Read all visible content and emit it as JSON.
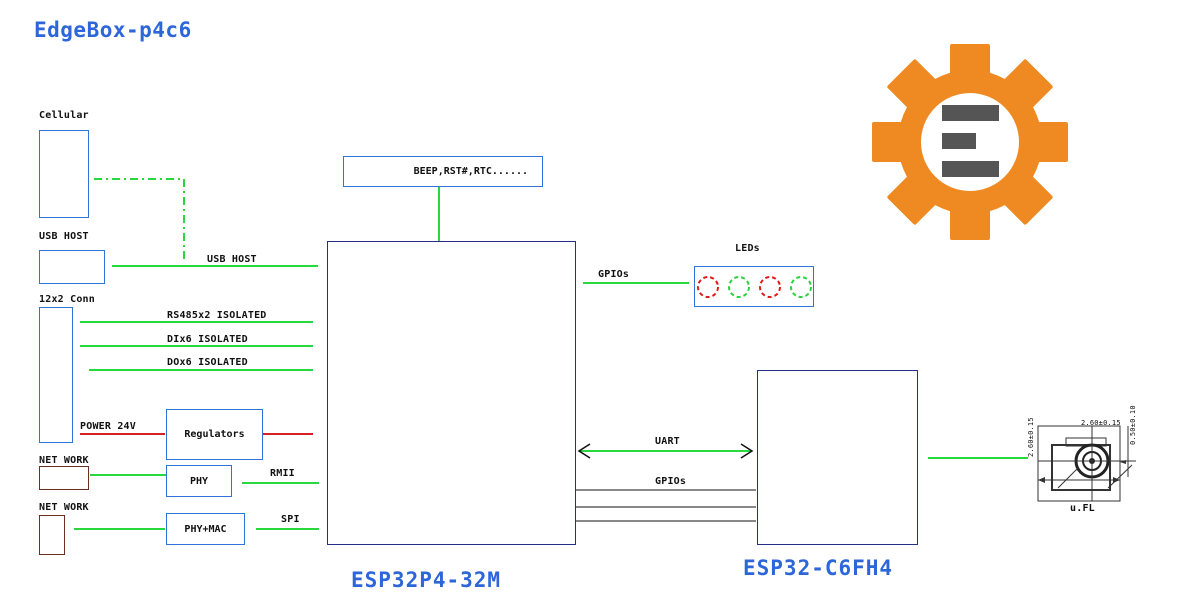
{
  "diagram": {
    "title": "EdgeBox-p4c6",
    "main_chip": "ESP32P4-32M",
    "side_chip": "ESP32-C6FH4",
    "labels": {
      "cellular": "Cellular",
      "usb_host_left": "USB  HOST",
      "usb_host_line": "USB  HOST",
      "conn_12x2": "12x2  Conn",
      "rs485": "RS485x2  ISOLATED",
      "di": "DIx6  ISOLATED",
      "do": "DOx6  ISOLATED",
      "power": "POWER  24V",
      "network_1": "NET  WORK",
      "network_2": "NET  WORK",
      "rmii": "RMII",
      "spi": "SPI",
      "beep": "BEEP,RST#,RTC......",
      "gpios_top": "GPIOs",
      "leds": "LEDs",
      "uart": "UART",
      "gpios_bottom": "GPIOs",
      "ufl": "u.FL",
      "ufl_dim_top": "2.60±0.15",
      "ufl_dim_side": "2.60±0.15",
      "ufl_dim_right": "0.50±0.10"
    },
    "blocks": {
      "regulators": "Regulators",
      "phy": "PHY",
      "phy_mac": "PHY+MAC"
    },
    "colors": {
      "title_blue": "#2c66d8",
      "box_blue": "#2f74d8",
      "chip_navy": "#252f8a",
      "network_brown": "#6b2f24",
      "link_green": "#27d93d",
      "power_red": "#d91f1f",
      "logo_orange": "#ef8a22",
      "logo_gray": "#555555"
    },
    "icons": {
      "logo": "orange-gear-logo-icon",
      "antenna": "ufl-connector-drawing-icon",
      "leds": "dashed-led-circle-icons"
    },
    "leds": [
      {
        "color": "red"
      },
      {
        "color": "green"
      },
      {
        "color": "red"
      },
      {
        "color": "green"
      }
    ]
  }
}
